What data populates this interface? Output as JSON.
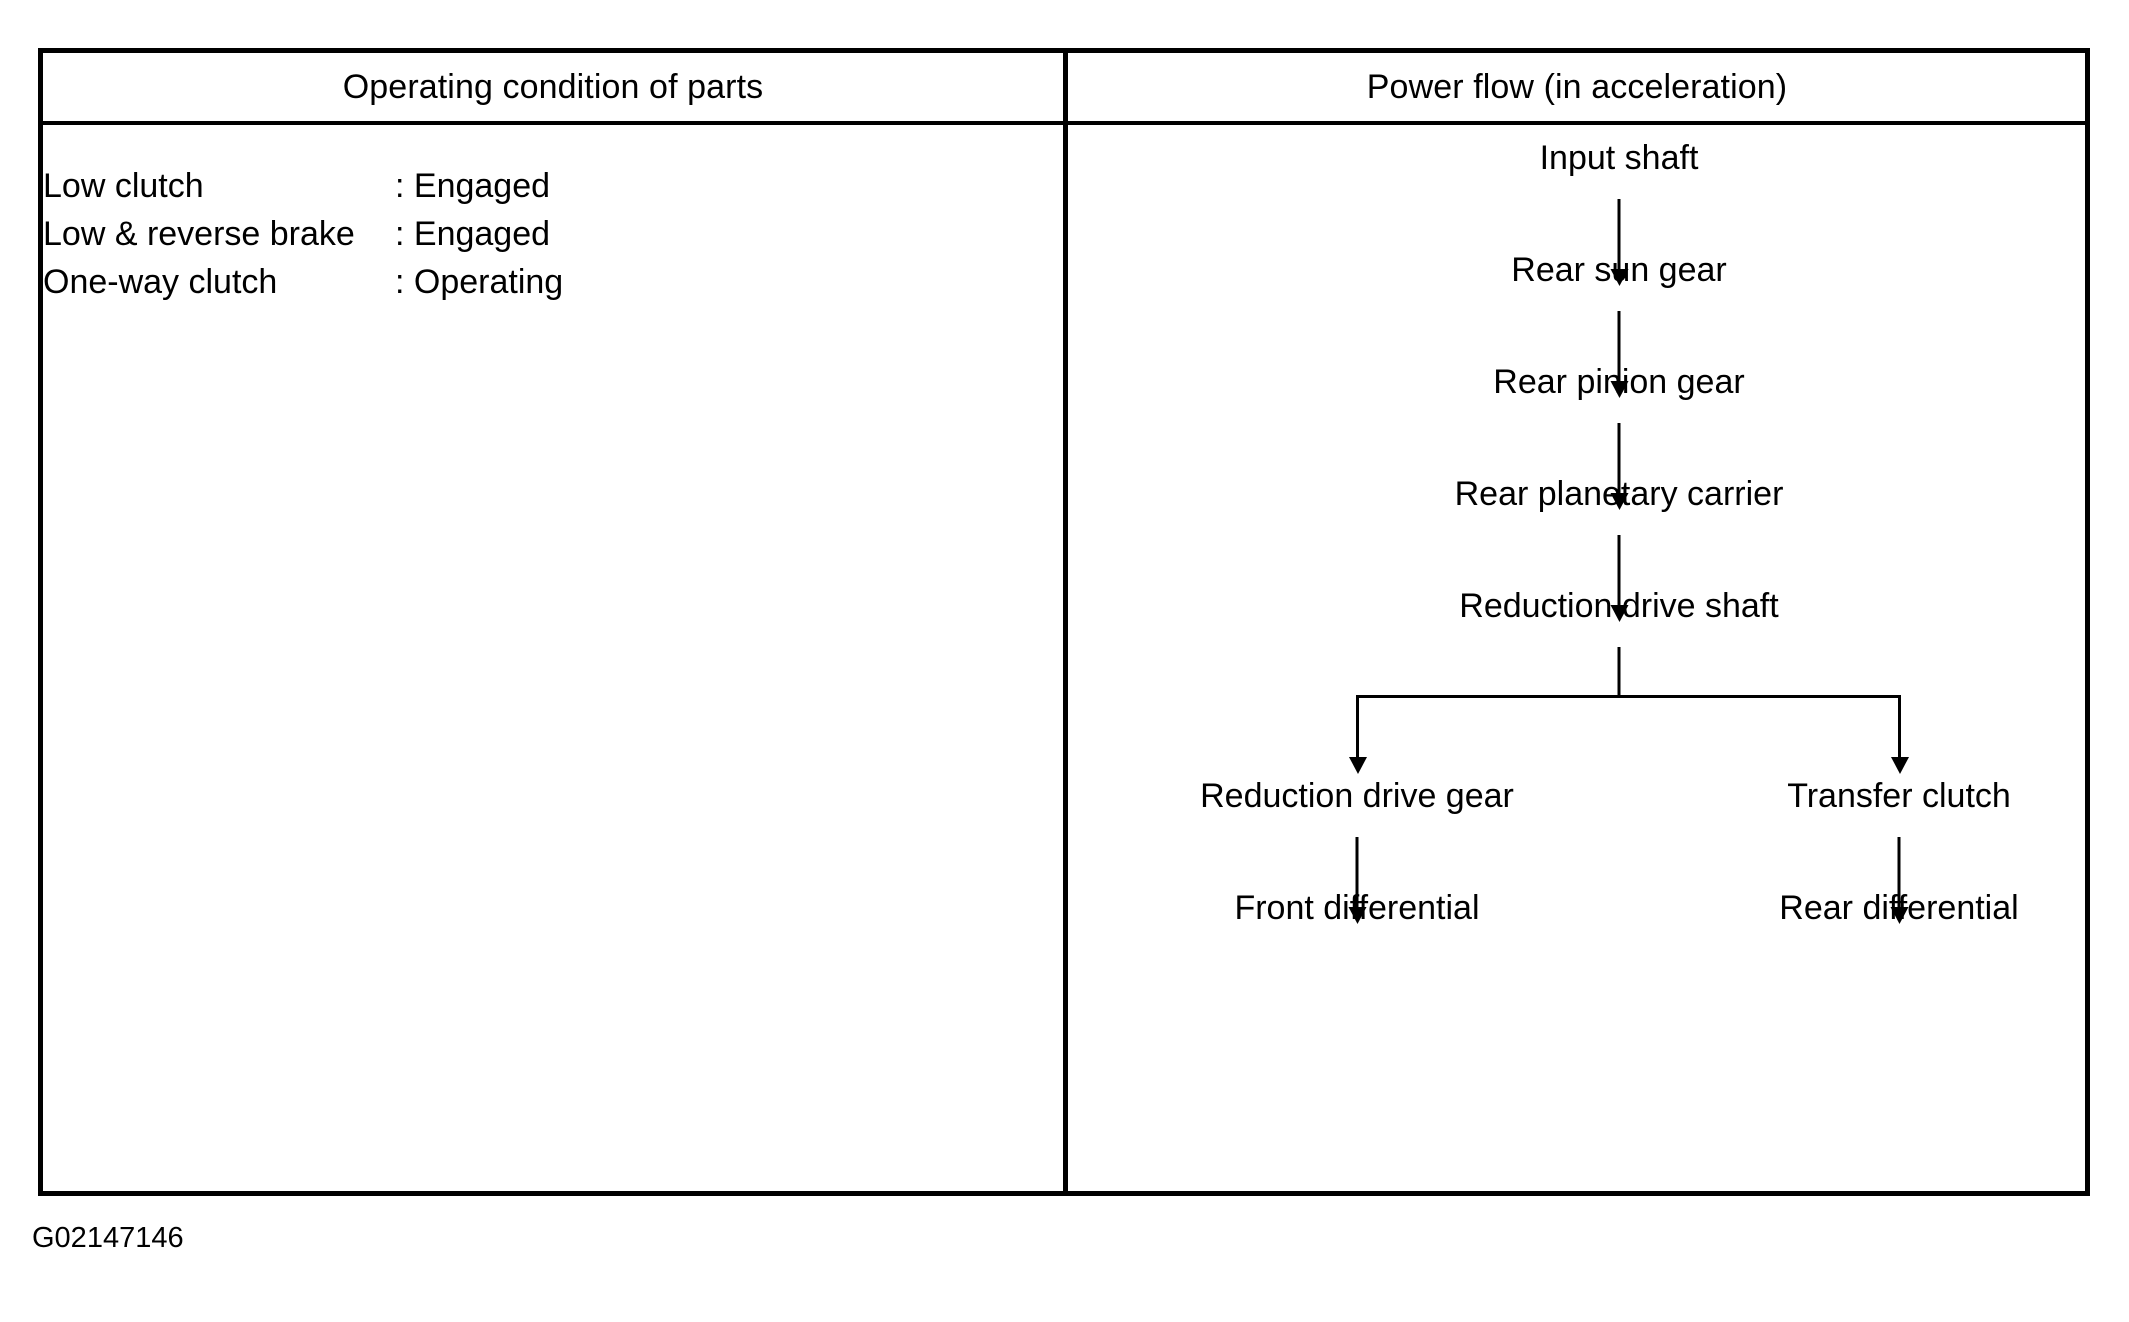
{
  "table": {
    "headers": {
      "left": "Operating condition of parts",
      "right": "Power flow (in acceleration)"
    }
  },
  "parts_condition": {
    "rows": [
      {
        "name": "Low clutch",
        "state": ": Engaged"
      },
      {
        "name": "Low & reverse brake",
        "state": ": Engaged"
      },
      {
        "name": "One-way clutch",
        "state": ": Operating"
      }
    ]
  },
  "power_flow": {
    "nodes": [
      {
        "id": "input-shaft",
        "label": "Input shaft"
      },
      {
        "id": "rear-sun-gear",
        "label": "Rear sun gear"
      },
      {
        "id": "rear-pinion-gear",
        "label": "Rear pinion gear"
      },
      {
        "id": "rear-planetary-carrier",
        "label": "Rear planetary carrier"
      },
      {
        "id": "reduction-drive-shaft",
        "label": "Reduction drive shaft"
      },
      {
        "id": "reduction-drive-gear",
        "label": "Reduction drive gear"
      },
      {
        "id": "transfer-clutch",
        "label": "Transfer clutch"
      },
      {
        "id": "front-differential",
        "label": "Front differential"
      },
      {
        "id": "rear-differential",
        "label": "Rear differential"
      }
    ]
  },
  "caption": "G02147146",
  "colors": {
    "line": "#000000",
    "background": "#ffffff",
    "text": "#000000"
  }
}
